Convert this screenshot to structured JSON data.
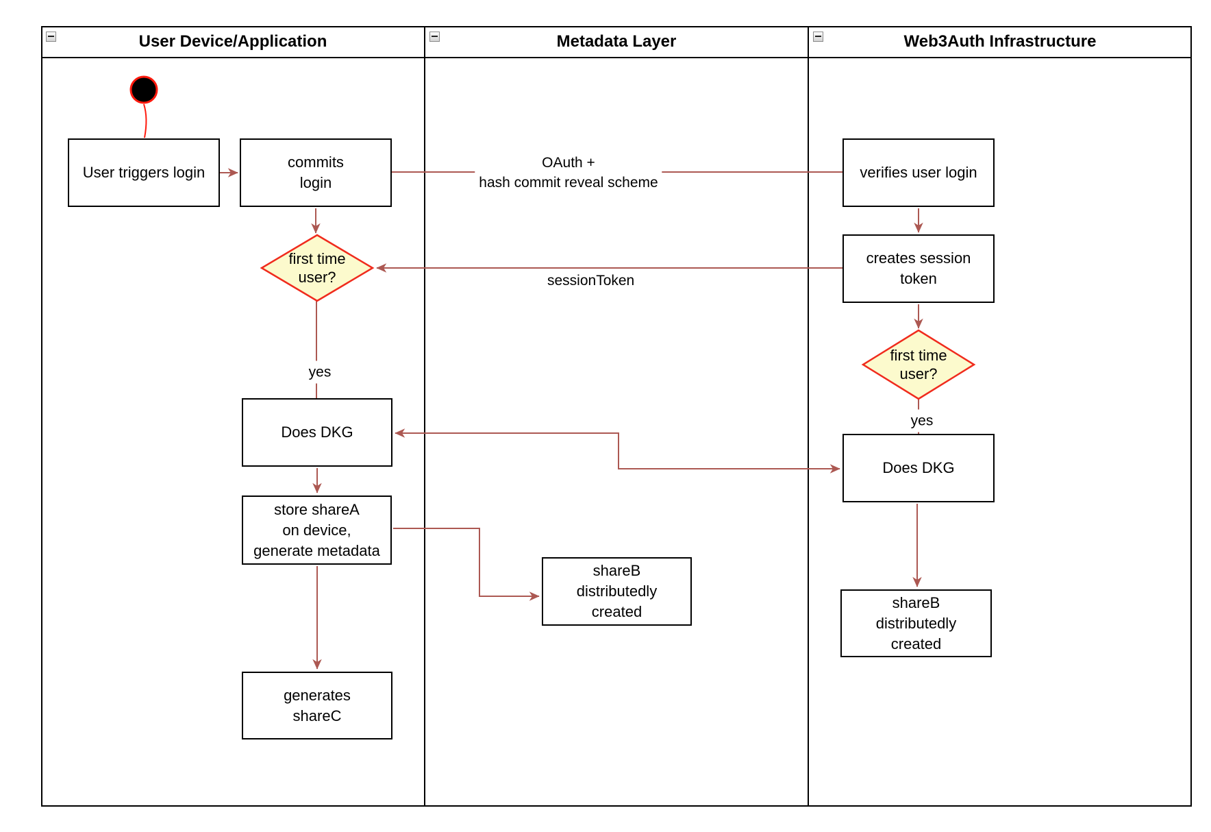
{
  "diagram": {
    "lanes": [
      {
        "title": "User Device/Application"
      },
      {
        "title": "Metadata Layer"
      },
      {
        "title": "Web3Auth Infrastructure"
      }
    ],
    "nodes": {
      "user_triggers_login": {
        "label": "User triggers login"
      },
      "commits_login": {
        "label": "commits\nlogin"
      },
      "first_time_user_device": {
        "label": "first time\nuser?"
      },
      "does_dkg_device": {
        "label": "Does DKG"
      },
      "store_share_a": {
        "label": "store shareA\non device,\ngenerate metadata"
      },
      "generates_share_c": {
        "label": "generates\nshareC"
      },
      "share_b_metadata": {
        "label": "shareB\ndistributedly\ncreated"
      },
      "verifies_user_login": {
        "label": "verifies user login"
      },
      "creates_session_token": {
        "label": "creates session\ntoken"
      },
      "first_time_user_web3auth": {
        "label": "first time\nuser?"
      },
      "does_dkg_web3auth": {
        "label": "Does DKG"
      },
      "share_b_web3auth": {
        "label": "shareB\ndistributedly\ncreated"
      }
    },
    "edge_labels": {
      "oauth": "OAuth +\nhash commit reveal scheme",
      "session_token": "sessionToken",
      "yes_device": "yes",
      "yes_web3auth": "yes"
    },
    "colors": {
      "edge": "#AC5852",
      "decision_border": "#F02B1D",
      "decision_fill": "#FCFACD",
      "start_ring": "#FF1A0E",
      "start_fill": "#000000",
      "node_border": "#000000",
      "node_fill": "#FFFFFF",
      "frame_border": "#000000"
    }
  }
}
